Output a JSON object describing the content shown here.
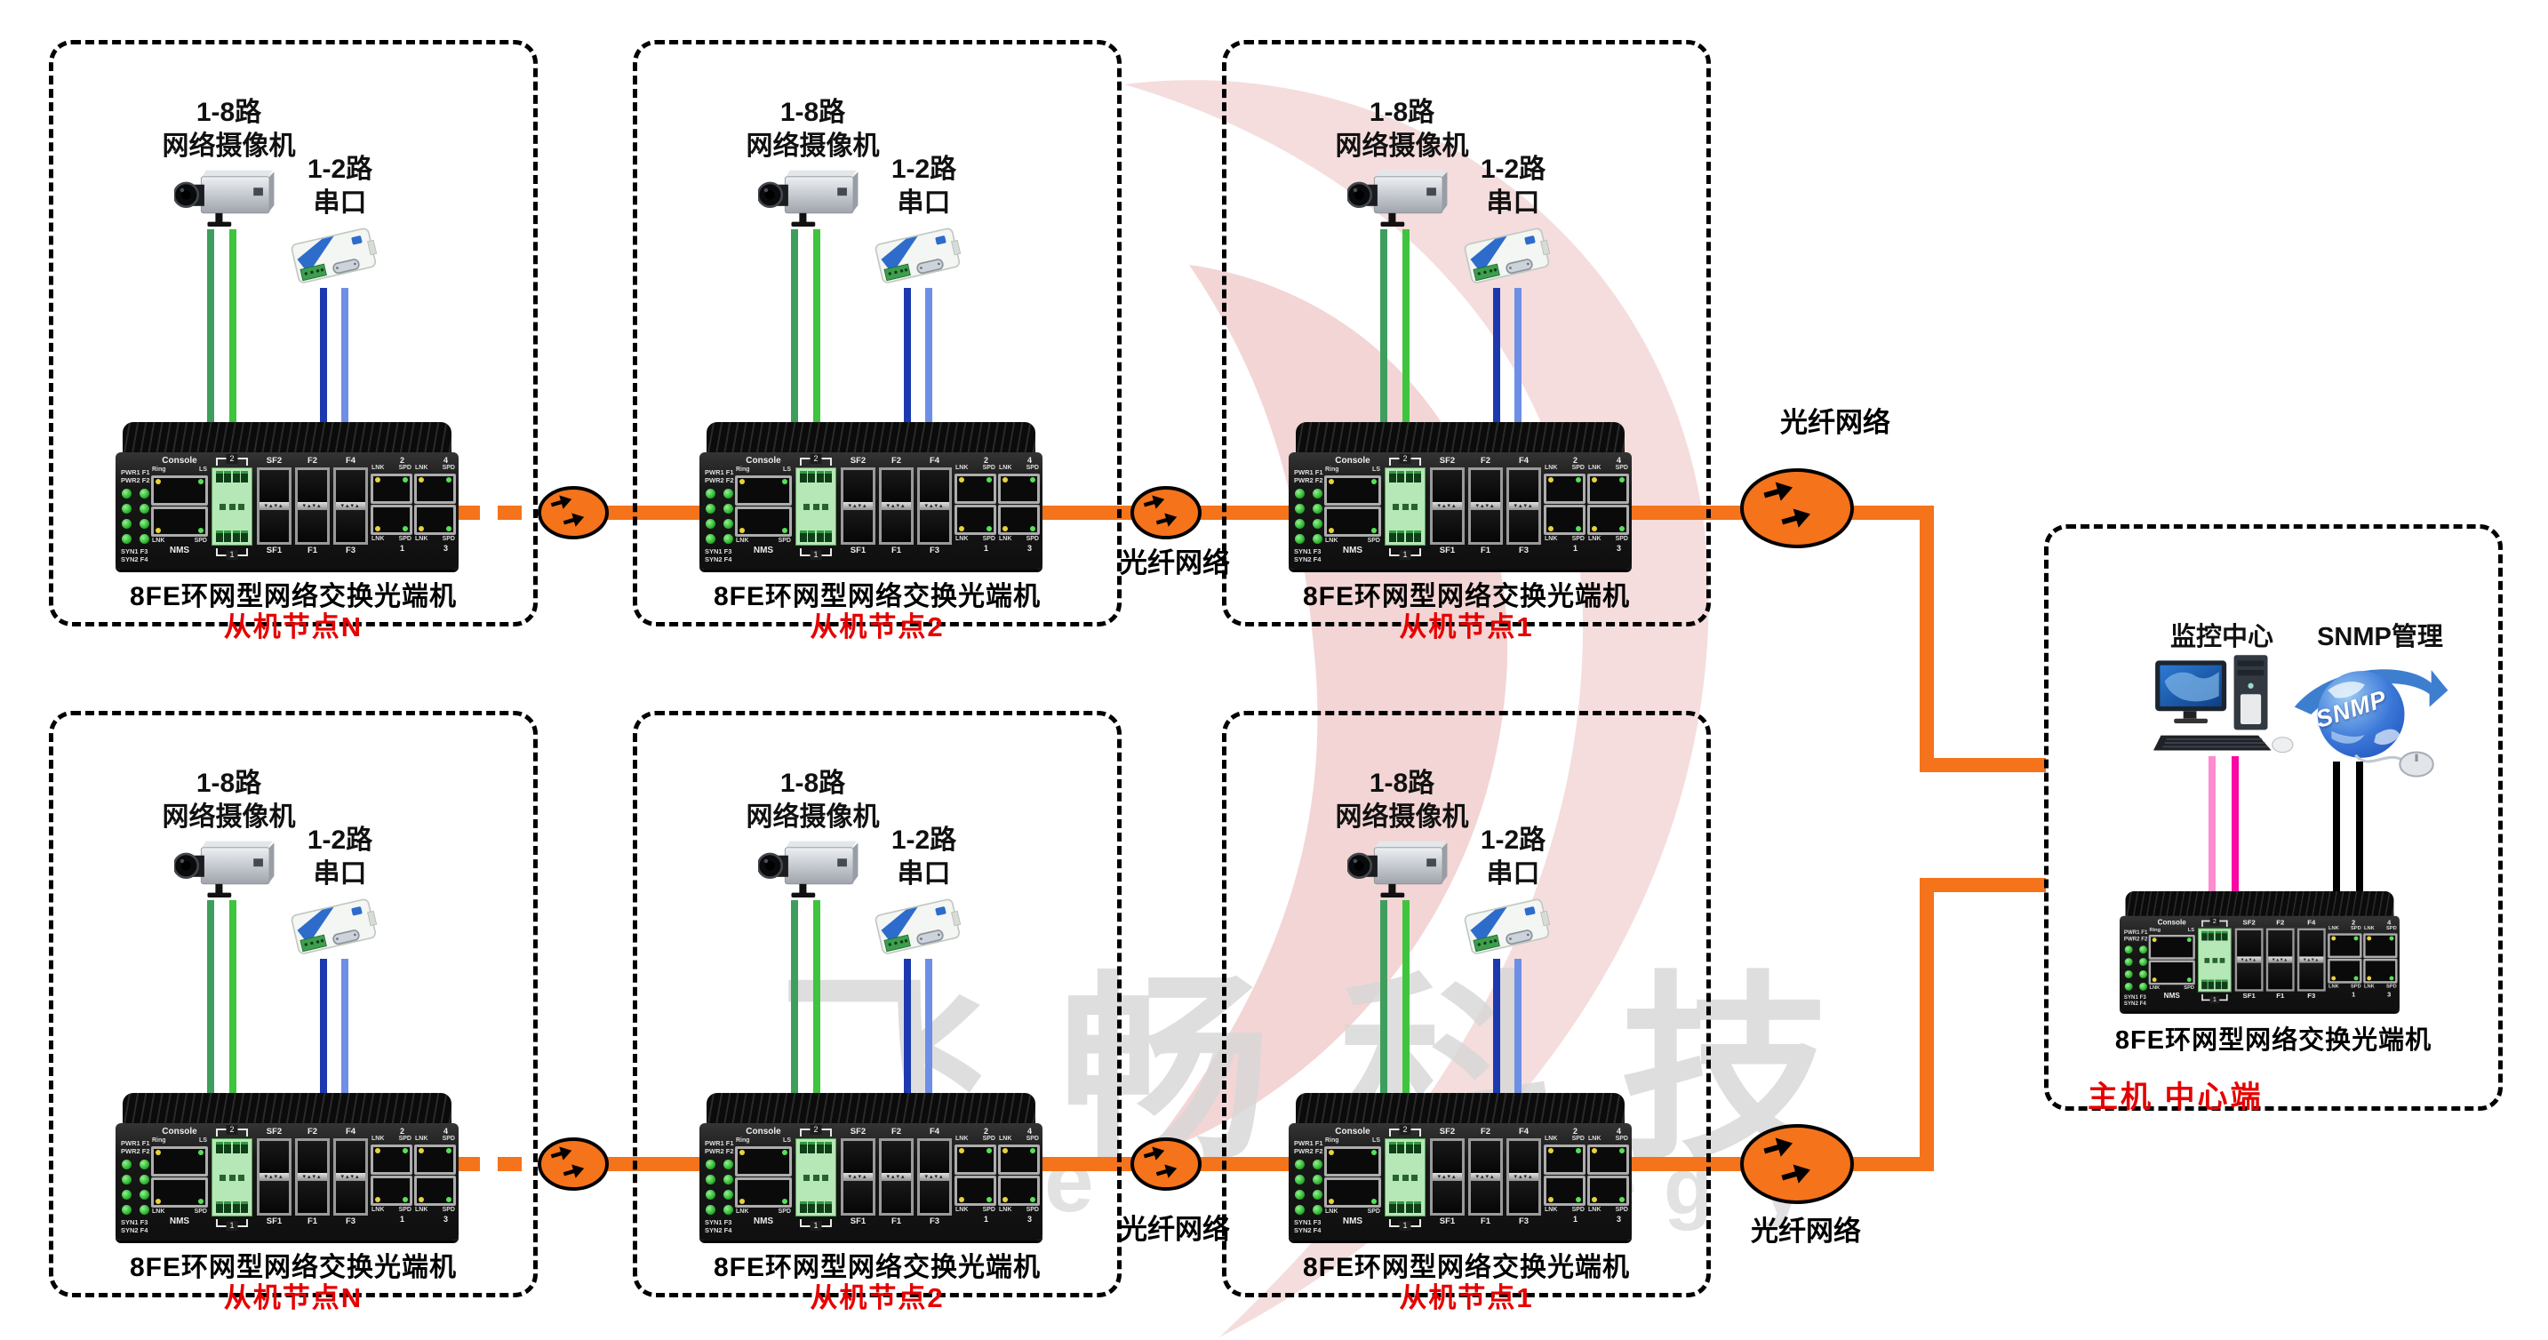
{
  "watermark": {
    "brand_text": "飞畅科技",
    "latin_e1": "e",
    "latin_e2": "e",
    "latin_gy": "g y"
  },
  "labels": {
    "camera": [
      "1-8路",
      "网络摄像机"
    ],
    "serial": [
      "1-2路",
      "串口"
    ],
    "device": "8FE环网型网络交换光端机",
    "fiber": "光纤网络"
  },
  "nodes": [
    {
      "pos": "r0c0",
      "label": "从机节点N"
    },
    {
      "pos": "r0c1",
      "label": "从机节点2"
    },
    {
      "pos": "r0c2",
      "label": "从机节点1"
    },
    {
      "pos": "r1c0",
      "label": "从机节点N"
    },
    {
      "pos": "r1c1",
      "label": "从机节点2"
    },
    {
      "pos": "r1c2",
      "label": "从机节点1"
    }
  ],
  "master": {
    "monitor_label": "监控中心",
    "snmp_label": "SNMP管理",
    "globe_text": "SNMP",
    "tag": "主机 中心端"
  },
  "switch": {
    "console": "Console",
    "ring": "Ring",
    "ls": "LS",
    "lnk": "LNK",
    "spd": "SPD",
    "nms": "NMS",
    "led_labels": [
      "PWR1 F1",
      "PWR2 F2",
      "SYN1 F3",
      "SYN2 F4"
    ],
    "tb": [
      "2",
      "1"
    ],
    "cage_glyphs": "▾▴▾▴",
    "sfp_top": [
      "SF2",
      "F2",
      "F4"
    ],
    "sfp_bottom": [
      "SF1",
      "F1",
      "F3"
    ],
    "rj": [
      {
        "top_num": "2",
        "bot_num": "1"
      },
      {
        "top_num": "4",
        "bot_num": "3"
      }
    ]
  },
  "icons": {
    "fiber-link-icon": "orange-ellipse-double-black-arrows",
    "ip-camera-icon": "box-style-cctv-camera",
    "serial-device-icon": "serial-device-server",
    "monitoring-pc-icon": "desktop-computer-with-tower",
    "snmp-globe-icon": "blue-globe-with-arrow-and-mouse"
  },
  "colors": {
    "orange": "#F4731B",
    "green_dark": "#3E9E5E",
    "green_bright": "#3EC43E",
    "blue_dark": "#1C39B0",
    "blue_light": "#6E8FE6",
    "pink_light": "#FF8AD0",
    "pink_bright": "#FA07A5",
    "red": "#E60000",
    "wm_gray": "#D7D7D7",
    "wm_pink": "#EFC6C6"
  }
}
